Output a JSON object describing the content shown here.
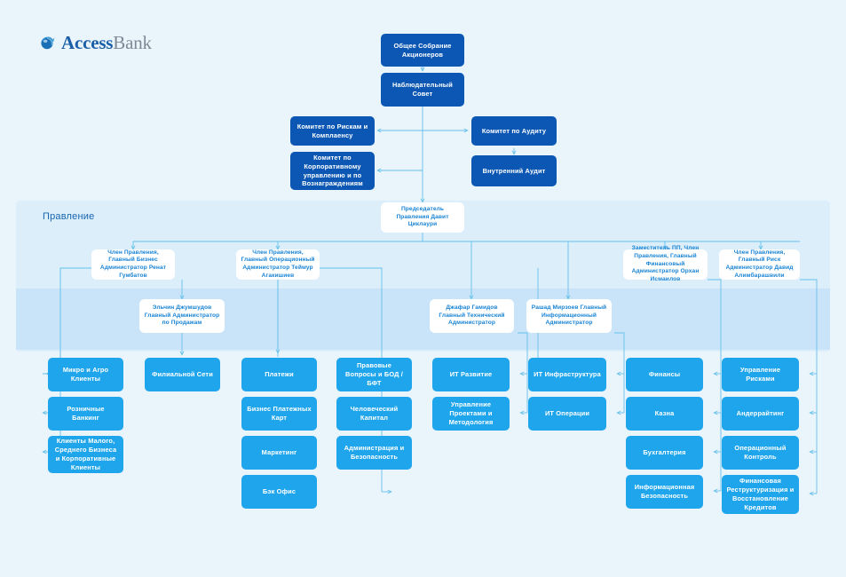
{
  "brand": {
    "name_part1": "Access",
    "name_part2": "Bank",
    "logo_icon": "globe-swoosh-icon",
    "accent_dark": "#0b57b3",
    "accent_light": "#1ea5ec",
    "panel_bg": "#ddeefb",
    "page_bg": "#eaf4fb"
  },
  "panel": {
    "label": "Правление"
  },
  "governance": {
    "shareholders": "Общее Собрание Акционеров",
    "supervisory_board": "Наблюдательный Совет",
    "risk_committee": "Комитет по Рискам и Комплаенсу",
    "governance_committee": "Комитет по Корпоративному управлению и по Вознаграждениям",
    "audit_committee": "Комитет по Аудиту",
    "internal_audit": "Внутренний Аудит"
  },
  "executives": {
    "chairman": "Председатель Правления Давит Циклаури",
    "cbo": "Член Правления, Главный Бизнес Администратор Ренат Гумбатов",
    "coo": "Член Правления, Главный Операционный Администратор Теймур Агакишиев",
    "cfo": "Заместитель ПП, Член Правления, Главный Финансовый Администратор Орхан Исмаилов",
    "cro": "Член Правления, Главный Риск Администратор Давид Алимбарашвили",
    "cso": "Эльчин Джумшудов Главный Администратор по Продажам",
    "cto": "Джафар Гамидов Главный Технический Администратор",
    "cio": "Рашад Мирзоев Главный Информационный Администратор"
  },
  "columns": [
    {
      "id": "business-clients",
      "units": [
        "Микро и Агро Клиенты",
        "Розничные Банкинг",
        "Клиенты Малого, Среднего  Бизнеса и Корпоративные Клиенты"
      ]
    },
    {
      "id": "sales-network",
      "units": [
        "Филиальной Сети"
      ]
    },
    {
      "id": "operations",
      "units": [
        "Платежи",
        "Бизнес Платежных Карт",
        "Маркетинг",
        "Бэк Офис"
      ]
    },
    {
      "id": "legal-hr-admin",
      "units": [
        "Правовые Вопросы и БОД / БФТ",
        "Человеческий Капитал",
        "Администрация и Безопасность"
      ]
    },
    {
      "id": "it-development",
      "units": [
        "ИТ Развитие",
        "Управление Проектами и Методология"
      ]
    },
    {
      "id": "it-infrastructure",
      "units": [
        "ИТ Инфраструктура",
        "ИТ Операции"
      ]
    },
    {
      "id": "finance",
      "units": [
        "Финансы",
        "Казна",
        "Бухгалтерия",
        "Информационная Безопасность"
      ]
    },
    {
      "id": "risk",
      "units": [
        "Управление Рисками",
        "Андеррайтинг",
        "Операционный Контроль",
        "Финансовая Реструктуризация и Восстановление Кредитов"
      ]
    }
  ]
}
